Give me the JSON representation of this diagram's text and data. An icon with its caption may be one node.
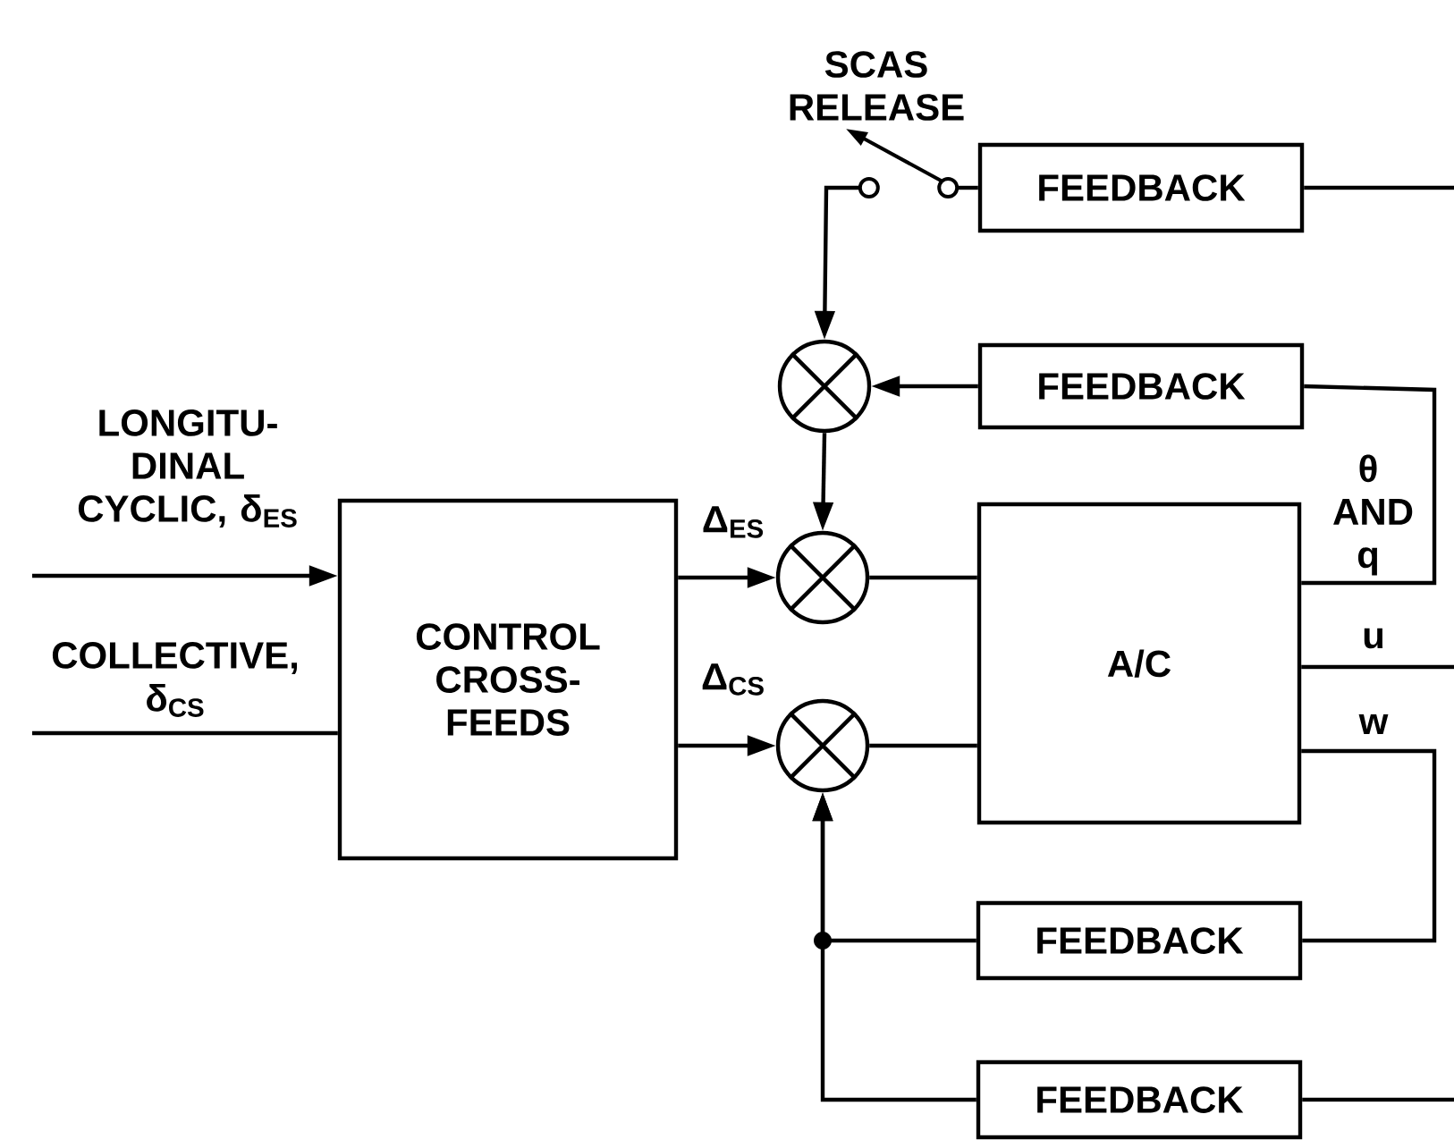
{
  "diagram": {
    "nodes": [
      {
        "text": [
          "CONTROL CROSS-FEEDS"
        ]
      },
      {
        "text": [
          "A/C"
        ]
      },
      {
        "text": [
          "FEEDBACK"
        ]
      },
      {
        "text": [
          "FEEDBACK"
        ]
      },
      {
        "text": [
          "FEEDBACK"
        ]
      },
      {
        "text": [
          "FEEDBACK"
        ]
      },
      {
        "text": [],
        "shape": "circle"
      },
      {
        "text": [],
        "shape": "circle"
      },
      {
        "text": [],
        "shape": "circle"
      },
      {
        "text": [],
        "shape": "switch"
      }
    ],
    "edges": [
      {
        "from": null,
        "to": 0,
        "arrow": "to",
        "label": "LONGITU-DINAL CYCLIC, δ$_{ES}$"
      },
      {
        "from": null,
        "to": 0,
        "arrow": "none",
        "label": "COLLECTIVE, δ$_{CS}$"
      },
      {
        "from": 0,
        "to": 7,
        "arrow": "to",
        "label": "Δ$_{ES}$"
      },
      {
        "from": 0,
        "to": 8,
        "arrow": "to",
        "label": "Δ$_{CS}$"
      },
      {
        "from": 7,
        "to": 1,
        "arrow": "none"
      },
      {
        "from": 8,
        "to": 1,
        "arrow": "none"
      },
      {
        "from": 1,
        "to": 3,
        "arrow": "none",
        "label": "θ AND q"
      },
      {
        "from": 1,
        "to": null,
        "arrow": "none",
        "label": "u"
      },
      {
        "from": 1,
        "to": 4,
        "arrow": "none",
        "label": "w"
      },
      {
        "from": 3,
        "to": 6,
        "arrow": "to"
      },
      {
        "from": 6,
        "to": 7,
        "arrow": "to"
      },
      {
        "from": null,
        "to": 2,
        "arrow": "none"
      },
      {
        "from": 2,
        "to": 9,
        "arrow": "none"
      },
      {
        "from": 9,
        "to": 6,
        "arrow": "to"
      },
      {
        "from": 4,
        "to": 8,
        "arrow": "to"
      },
      {
        "from": 5,
        "to": 8,
        "arrow": "to"
      },
      {
        "from": null,
        "to": 5,
        "arrow": "none"
      }
    ],
    "labels": [
      "SCAS RELEASE"
    ]
  }
}
